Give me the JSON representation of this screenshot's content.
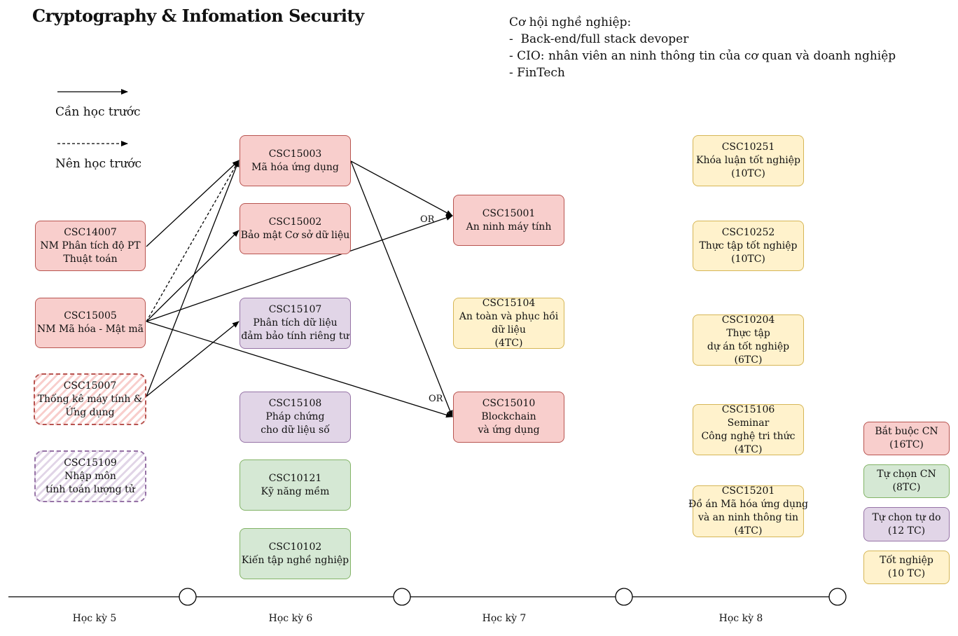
{
  "title": "Cryptography & Infomation Security",
  "career": {
    "heading": "Cơ hội nghề nghiệp:",
    "items": [
      "-  Back-end/full stack devoper",
      "- CIO: nhân viên an ninh thông tin của cơ quan và doanh nghiệp",
      "- FinTech"
    ]
  },
  "legend": {
    "solid": "Cần học trước",
    "dashed": "Nên học trước"
  },
  "courses": {
    "csc14007": {
      "code": "CSC14007",
      "l1": "NM Phân tích độ PT",
      "l2": "Thuật toán"
    },
    "csc15005": {
      "code": "CSC15005",
      "l1": "NM Mã hóa - Mật mã"
    },
    "csc15007": {
      "code": "CSC15007",
      "l1": "Thống kê máy tính &",
      "l2": "Ứng dụng"
    },
    "csc15109": {
      "code": "CSC15109",
      "l1": "Nhập môn",
      "l2": "tính toán lượng tử"
    },
    "csc15003": {
      "code": "CSC15003",
      "l1": "Mã hóa ứng dụng"
    },
    "csc15002": {
      "code": "CSC15002",
      "l1": "Bảo mật Cơ sở dữ liệu"
    },
    "csc15107": {
      "code": "CSC15107",
      "l1": "Phân tích dữ liệu",
      "l2": "đảm bảo tính riêng tư"
    },
    "csc15108": {
      "code": "CSC15108",
      "l1": "Pháp chứng",
      "l2": "cho dữ liệu số"
    },
    "csc10121": {
      "code": "CSC10121",
      "l1": "Kỹ năng mềm"
    },
    "csc10102": {
      "code": "CSC10102",
      "l1": "Kiến tập nghề nghiệp"
    },
    "csc15001": {
      "code": "CSC15001",
      "l1": "An ninh máy tính"
    },
    "csc15104": {
      "code": "CSC15104",
      "l1": "An toàn và phục hồi",
      "l2": "dữ liệu",
      "l3": "(4TC)"
    },
    "csc15010": {
      "code": "CSC15010",
      "l1": "Blockchain",
      "l2": "và ứng dụng"
    },
    "csc10251": {
      "code": "CSC10251",
      "l1": "Khóa luận tốt nghiệp",
      "l2": "(10TC)"
    },
    "csc10252": {
      "code": "CSC10252",
      "l1": "Thực tập tốt nghiệp",
      "l2": "(10TC)"
    },
    "csc10204": {
      "code": "CSC10204",
      "l1": "Thực tập",
      "l2": "dự án tốt nghiệp",
      "l3": "(6TC)"
    },
    "csc15106": {
      "code": "CSC15106",
      "l1": "Seminar",
      "l2": "Công nghệ tri thức",
      "l3": "(4TC)"
    },
    "csc15201": {
      "code": "CSC15201",
      "l1": "Đồ án Mã hóa ứng dụng",
      "l2": "và an ninh thông tin",
      "l3": "(4TC)"
    }
  },
  "key": {
    "required": {
      "l1": "Bắt buộc CN",
      "l2": "(16TC)"
    },
    "elective": {
      "l1": "Tự chọn CN",
      "l2": "(8TC)"
    },
    "free": {
      "l1": "Tự chọn tự do",
      "l2": "(12 TC)"
    },
    "grad": {
      "l1": "Tốt nghiệp",
      "l2": "(10 TC)"
    }
  },
  "or_labels": [
    "OR",
    "OR"
  ],
  "semesters": [
    "Học kỳ 5",
    "Học kỳ 6",
    "Học kỳ 7",
    "Học kỳ 8"
  ],
  "colors": {
    "red": "#f8cecc",
    "purple": "#e1d5e7",
    "green": "#d5e8d4",
    "yellow": "#fff2cc"
  }
}
